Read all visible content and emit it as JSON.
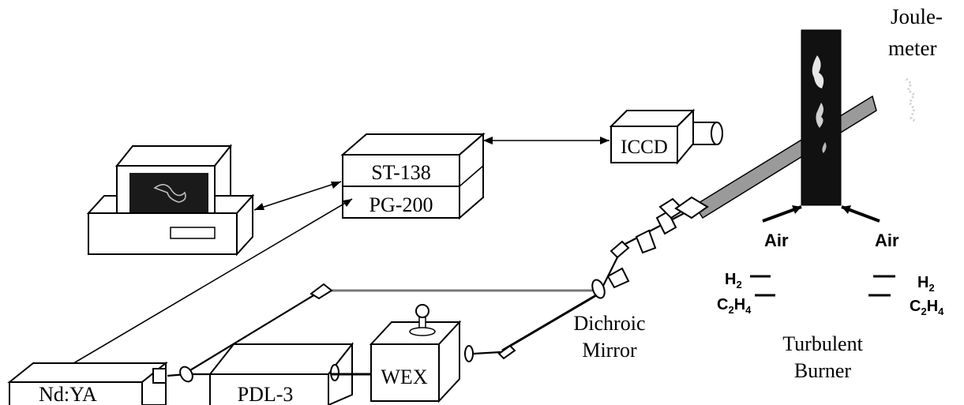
{
  "labels": {
    "laser": "Nd:YA",
    "dye_laser": "PDL-3",
    "wex": "WEX",
    "pulse_gen": "PG-200",
    "controller": "ST-138",
    "camera": "ICCD",
    "joulemeter_line1": "Joule-",
    "joulemeter_line2": "meter",
    "dichroic_line1": "Dichroic",
    "dichroic_line2": "Mirror",
    "burner_line1": "Turbulent",
    "burner_line2": "Burner",
    "air_left": "Air",
    "air_right": "Air",
    "h2_left": "H",
    "h2_right": "H",
    "c2h4_left_a": "C",
    "c2h4_left_b": "H",
    "c2h4_right_a": "C",
    "c2h4_right_b": "H",
    "sub_2": "2",
    "sub_4": "4"
  },
  "colors": {
    "beam_fill": "#9a9a9a",
    "flame_fill": "#111111",
    "screen_fill": "#1a1a1a",
    "stroke": "#000000"
  }
}
